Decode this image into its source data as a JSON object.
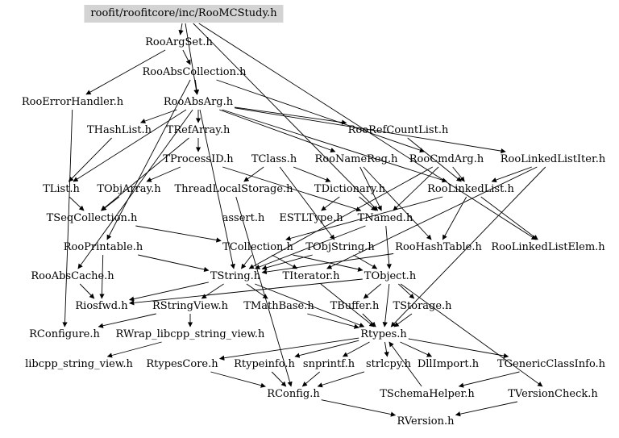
{
  "root": "roofit/roofitcore/inc/RooMCStudy.h",
  "nodes": {
    "RooArgSet": "RooArgSet.h",
    "RooAbsCollection": "RooAbsCollection.h",
    "RooErrorHandler": "RooErrorHandler.h",
    "RooAbsArg": "RooAbsArg.h",
    "THashList": "THashList.h",
    "TRefArray": "TRefArray.h",
    "RooRefCountList": "RooRefCountList.h",
    "TProcessID": "TProcessID.h",
    "TClass": "TClass.h",
    "RooNameReg": "RooNameReg.h",
    "RooCmdArg": "RooCmdArg.h",
    "RooLinkedListIter": "RooLinkedListIter.h",
    "TList": "TList.h",
    "TObjArray": "TObjArray.h",
    "ThreadLocalStorage": "ThreadLocalStorage.h",
    "TDictionary": "TDictionary.h",
    "RooLinkedList": "RooLinkedList.h",
    "TSeqCollection": "TSeqCollection.h",
    "assert": "assert.h",
    "ESTLType": "ESTLType.h",
    "TNamed": "TNamed.h",
    "RooPrintable": "RooPrintable.h",
    "TCollection": "TCollection.h",
    "TObjString": "TObjString.h",
    "RooHashTable": "RooHashTable.h",
    "RooLinkedListElem": "RooLinkedListElem.h",
    "RooAbsCache": "RooAbsCache.h",
    "TString": "TString.h",
    "TIterator": "TIterator.h",
    "TObject": "TObject.h",
    "Riosfwd": "Riosfwd.h",
    "RStringView": "RStringView.h",
    "TMathBase": "TMathBase.h",
    "TBuffer": "TBuffer.h",
    "TStorage": "TStorage.h",
    "RConfigure": "RConfigure.h",
    "RWrap": "RWrap_libcpp_string_view.h",
    "Rtypes": "Rtypes.h",
    "libcpp": "libcpp_string_view.h",
    "RtypesCore": "RtypesCore.h",
    "Rtypeinfo": "Rtypeinfo.h",
    "snprintf": "snprintf.h",
    "strlcpy": "strlcpy.h",
    "DllImport": "DllImport.h",
    "TGenericClassInfo": "TGenericClassInfo.h",
    "RConfig": "RConfig.h",
    "TSchemaHelper": "TSchemaHelper.h",
    "TVersionCheck": "TVersionCheck.h",
    "RVersion": "RVersion.h"
  },
  "edges": [
    [
      "root",
      "RooArgSet"
    ],
    [
      "root",
      "RooAbsArg"
    ],
    [
      "root",
      "TNamed"
    ],
    [
      "root",
      "RooLinkedListElem"
    ],
    [
      "RooArgSet",
      "RooAbsCollection"
    ],
    [
      "RooArgSet",
      "RooErrorHandler"
    ],
    [
      "RooAbsCollection",
      "RooAbsArg"
    ],
    [
      "RooAbsCollection",
      "RooCmdArg"
    ],
    [
      "RooAbsCollection",
      "RooPrintable"
    ],
    [
      "RooErrorHandler",
      "RConfigure"
    ],
    [
      "RooAbsArg",
      "THashList"
    ],
    [
      "RooAbsArg",
      "TRefArray"
    ],
    [
      "RooAbsArg",
      "RooRefCountList"
    ],
    [
      "RooAbsArg",
      "RooNameReg"
    ],
    [
      "RooAbsArg",
      "RooLinkedListIter"
    ],
    [
      "RooAbsArg",
      "RooLinkedList"
    ],
    [
      "RooAbsArg",
      "RooAbsCache"
    ],
    [
      "RooAbsArg",
      "TList"
    ],
    [
      "RooAbsArg",
      "TString"
    ],
    [
      "THashList",
      "TList"
    ],
    [
      "TRefArray",
      "TProcessID"
    ],
    [
      "TRefArray",
      "TSeqCollection"
    ],
    [
      "RooRefCountList",
      "RooLinkedList"
    ],
    [
      "TProcessID",
      "TObjArray"
    ],
    [
      "TProcessID",
      "TNamed"
    ],
    [
      "TClass",
      "TDictionary"
    ],
    [
      "TClass",
      "ThreadLocalStorage"
    ],
    [
      "TClass",
      "TObjString"
    ],
    [
      "RooNameReg",
      "TNamed"
    ],
    [
      "RooNameReg",
      "RooHashTable"
    ],
    [
      "RooCmdArg",
      "RooLinkedList"
    ],
    [
      "RooCmdArg",
      "TNamed"
    ],
    [
      "RooCmdArg",
      "TString"
    ],
    [
      "RooLinkedListIter",
      "RooLinkedList"
    ],
    [
      "RooLinkedListIter",
      "TIterator"
    ],
    [
      "RooLinkedListIter",
      "Rtypes"
    ],
    [
      "TList",
      "TSeqCollection"
    ],
    [
      "TObjArray",
      "TSeqCollection"
    ],
    [
      "ThreadLocalStorage",
      "RConfig"
    ],
    [
      "TDictionary",
      "ESTLType"
    ],
    [
      "TDictionary",
      "TNamed"
    ],
    [
      "RooLinkedList",
      "RooLinkedListElem"
    ],
    [
      "RooLinkedList",
      "RooHashTable"
    ],
    [
      "RooLinkedList",
      "TCollection"
    ],
    [
      "TSeqCollection",
      "TCollection"
    ],
    [
      "TNamed",
      "TObject"
    ],
    [
      "TNamed",
      "TString"
    ],
    [
      "RooPrintable",
      "TString"
    ],
    [
      "RooPrintable",
      "Riosfwd"
    ],
    [
      "TCollection",
      "TObject"
    ],
    [
      "TCollection",
      "TIterator"
    ],
    [
      "TCollection",
      "TString"
    ],
    [
      "TObjString",
      "TObject"
    ],
    [
      "TObjString",
      "TString"
    ],
    [
      "RooHashTable",
      "TString"
    ],
    [
      "RooAbsCache",
      "Riosfwd"
    ],
    [
      "TString",
      "Riosfwd"
    ],
    [
      "TString",
      "RStringView"
    ],
    [
      "TString",
      "TMathBase"
    ],
    [
      "TString",
      "Rtypes"
    ],
    [
      "TIterator",
      "Rtypes"
    ],
    [
      "TObject",
      "Riosfwd"
    ],
    [
      "TObject",
      "TBuffer"
    ],
    [
      "TObject",
      "TStorage"
    ],
    [
      "TObject",
      "Rtypes"
    ],
    [
      "TObject",
      "TVersionCheck"
    ],
    [
      "RStringView",
      "RWrap"
    ],
    [
      "RStringView",
      "RConfigure"
    ],
    [
      "RWrap",
      "libcpp"
    ],
    [
      "TMathBase",
      "Rtypes"
    ],
    [
      "TBuffer",
      "Rtypes"
    ],
    [
      "TStorage",
      "Rtypes"
    ],
    [
      "Rtypes",
      "RtypesCore"
    ],
    [
      "Rtypes",
      "Rtypeinfo"
    ],
    [
      "Rtypes",
      "snprintf"
    ],
    [
      "Rtypes",
      "strlcpy"
    ],
    [
      "Rtypes",
      "DllImport"
    ],
    [
      "Rtypes",
      "TGenericClassInfo"
    ],
    [
      "RtypesCore",
      "RConfig"
    ],
    [
      "Rtypeinfo",
      "RConfig"
    ],
    [
      "snprintf",
      "RConfig"
    ],
    [
      "strlcpy",
      "RConfig"
    ],
    [
      "TSchemaHelper",
      "Rtypes"
    ],
    [
      "TGenericClassInfo",
      "TSchemaHelper"
    ],
    [
      "RConfig",
      "RVersion"
    ],
    [
      "TVersionCheck",
      "RVersion"
    ]
  ]
}
